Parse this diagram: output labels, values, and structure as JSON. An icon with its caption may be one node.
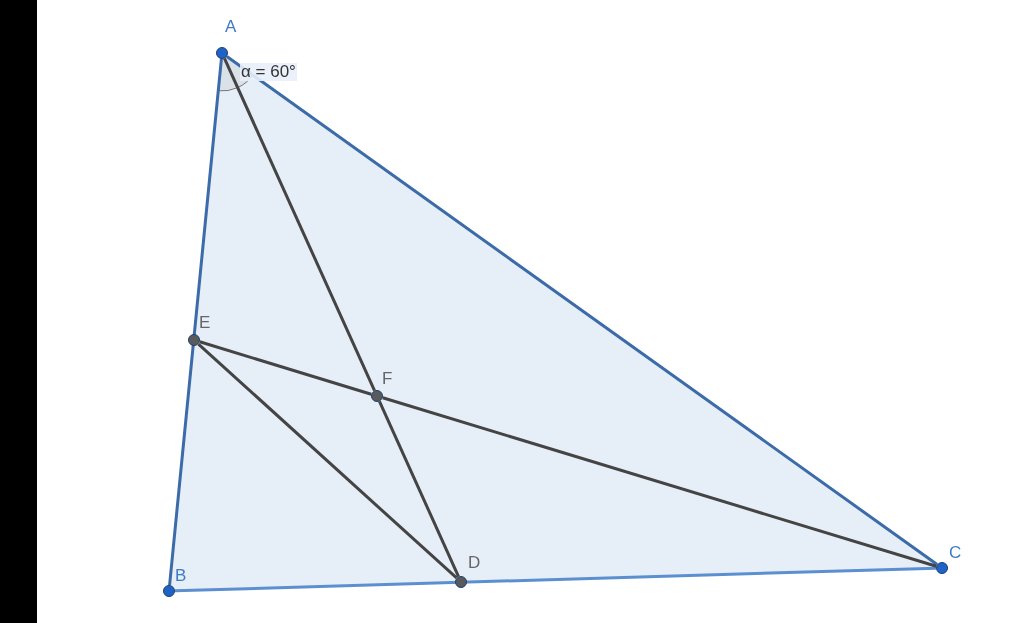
{
  "diagram": {
    "nodes": [
      {
        "text": [
          "A"
        ]
      },
      {
        "text": [
          "B"
        ]
      },
      {
        "text": [
          "C"
        ]
      },
      {
        "text": [
          "D"
        ]
      },
      {
        "text": [
          "E"
        ]
      },
      {
        "text": [
          "F"
        ]
      },
      {
        "text": [],
        "shape": "bar"
      }
    ],
    "edges": [
      {
        "from": 0,
        "to": 1,
        "arrow": "none",
        "color": "#3b6ba8"
      },
      {
        "from": 1,
        "to": 2,
        "arrow": "none",
        "color": "#5b8fd0"
      },
      {
        "from": 2,
        "to": 0,
        "arrow": "none",
        "color": "#3b6ba8"
      },
      {
        "from": 0,
        "to": 5,
        "arrow": "none"
      },
      {
        "from": 5,
        "to": 3,
        "arrow": "none"
      },
      {
        "from": 4,
        "to": 5,
        "arrow": "none"
      },
      {
        "from": 5,
        "to": 2,
        "arrow": "none"
      },
      {
        "from": 4,
        "to": 3,
        "arrow": "none"
      }
    ],
    "labels": [
      "α = 60°"
    ]
  }
}
